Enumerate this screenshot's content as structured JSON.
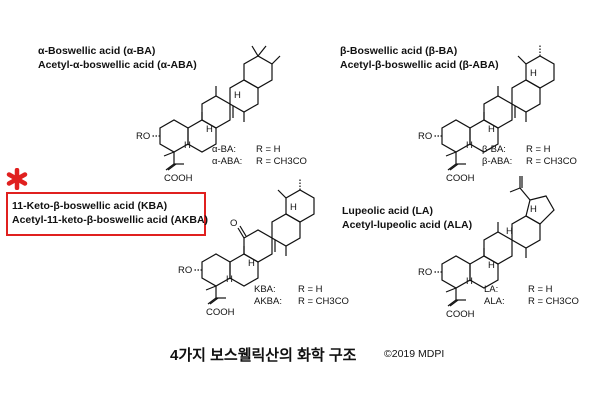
{
  "compounds": [
    {
      "name_line1": "α-Boswellic acid (α-BA)",
      "name_line2": "Acetyl-α-boswellic acid (α-ABA)",
      "r_rows": [
        {
          "label": "α-BA:",
          "value": "R = H"
        },
        {
          "label": "α-ABA:",
          "value": "R = CH3CO"
        }
      ],
      "labels": {
        "ro": "RO",
        "cooh": "COOH",
        "h": "H"
      }
    },
    {
      "name_line1": "β-Boswellic acid (β-BA)",
      "name_line2": "Acetyl-β-boswellic acid (β-ABA)",
      "r_rows": [
        {
          "label": "β-BA:",
          "value": "R = H"
        },
        {
          "label": "β-ABA:",
          "value": "R = CH3CO"
        }
      ],
      "labels": {
        "ro": "RO",
        "cooh": "COOH",
        "h": "H"
      }
    },
    {
      "name_line1": "11-Keto-β-boswellic acid (KBA)",
      "name_line2": "Acetyl-11-keto-β-boswellic acid (AKBA)",
      "r_rows": [
        {
          "label": "KBA:",
          "value": "R = H"
        },
        {
          "label": "AKBA:",
          "value": "R = CH3CO"
        }
      ],
      "labels": {
        "ro": "RO",
        "cooh": "COOH",
        "h": "H",
        "o": "O"
      }
    },
    {
      "name_line1": "Lupeolic acid (LA)",
      "name_line2": "Acetyl-lupeolic acid (ALA)",
      "r_rows": [
        {
          "label": "LA:",
          "value": "R = H"
        },
        {
          "label": "ALA:",
          "value": "R = CH3CO"
        }
      ],
      "labels": {
        "ro": "RO",
        "cooh": "COOH",
        "h": "H"
      }
    }
  ],
  "caption": "4가지 보스웰릭산의 화학 구조",
  "copyright": "©2019 MDPI",
  "colors": {
    "highlight": "#e0201f",
    "ink": "#111111"
  }
}
